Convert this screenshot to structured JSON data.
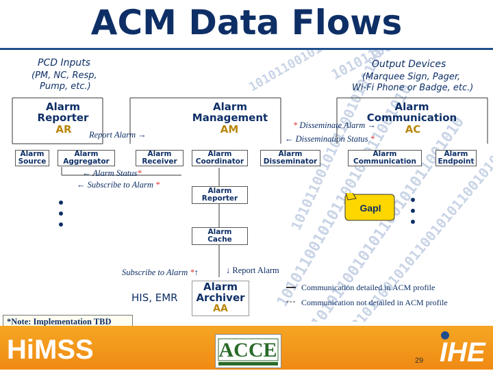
{
  "title": "ACM Data Flows",
  "pcd_inputs": {
    "heading": "PCD Inputs",
    "detail_line1": "(PM, NC, Resp,",
    "detail_line2": "Pump, etc.)"
  },
  "output_devices": {
    "heading": "Output Devices",
    "detail_line1": "(Marquee Sign, Pager,",
    "detail_line2": "Wi-Fi Phone or Badge, etc.)"
  },
  "sections": {
    "reporter": {
      "line1": "Alarm",
      "line2": "Reporter",
      "abbr": "AR"
    },
    "manager": {
      "line1": "Alarm",
      "line2": "Management",
      "abbr": "AM"
    },
    "communication": {
      "line1": "Alarm",
      "line2": "Communication",
      "abbr": "AC"
    }
  },
  "boxes": {
    "alarm_source": {
      "line1": "Alarm",
      "line2": "Source"
    },
    "alarm_aggregator": {
      "line1": "Alarm",
      "line2": "Aggregator"
    },
    "alarm_receiver": {
      "line1": "Alarm",
      "line2": "Receiver"
    },
    "alarm_coordinator": {
      "line1": "Alarm",
      "line2": "Coordinator"
    },
    "alarm_disseminator": {
      "line1": "Alarm",
      "line2": "Disseminator"
    },
    "alarm_communication": {
      "line1": "Alarm",
      "line2": "Communication"
    },
    "alarm_endpoint": {
      "line1": "Alarm",
      "line2": "Endpoint"
    },
    "alarm_reporter": {
      "line1": "Alarm",
      "line2": "Reporter"
    },
    "alarm_cache": {
      "line1": "Alarm",
      "line2": "Cache"
    }
  },
  "flows": {
    "report_alarm": "Report Alarm →",
    "disseminate_alarm": "Disseminate Alarm →",
    "dissemination_status": "← Dissemination Status",
    "alarm_status": "← Alarm Status",
    "subscribe_to_alarm": "← Subscribe to Alarm",
    "subscribe_to_alarm_bottom": "Subscribe to Alarm",
    "report_alarm_bottom": "↓ Report Alarm",
    "asterisk": "*",
    "up_arrow": "↑"
  },
  "his_emr": "HIS, EMR",
  "archiver": {
    "line1": "Alarm",
    "line2": "Archiver",
    "abbr": "AA"
  },
  "gapi": "GapI",
  "legend": {
    "detailed": "Communication detailed in ACM profile",
    "not_detailed": "Communication not detailed in ACM profile"
  },
  "note": "*Note: Implementation TBD",
  "footer": {
    "himss": "HiMSS",
    "acce": "ACCE",
    "ihe": "IHE",
    "page_number": "29"
  },
  "binary_text": "1010110010101100101011001010"
}
